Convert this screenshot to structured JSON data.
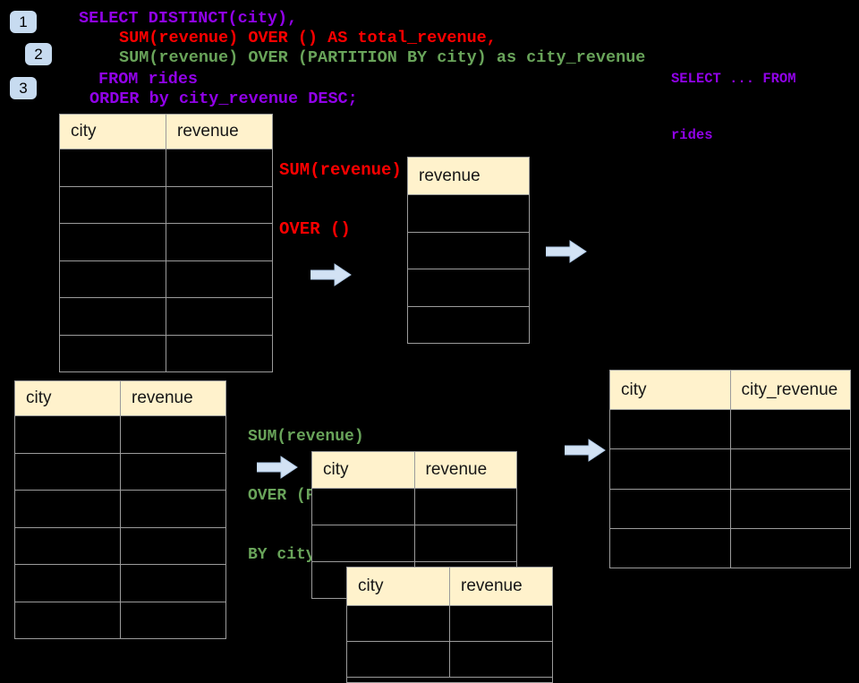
{
  "colors": {
    "bg": "#000000",
    "purple": "#9102E8",
    "red": "#FF0000",
    "green": "#69A45A",
    "header-fill": "#FFF2CC",
    "grid": "#9B9B9B",
    "arrow-fill": "#D2E2F4",
    "arrow-edge": "#AFC9E6",
    "badge-fill": "#C7DBF0"
  },
  "steps": [
    {
      "label": "1"
    },
    {
      "label": "2"
    },
    {
      "label": "3"
    }
  ],
  "sql": {
    "line1": "SELECT DISTINCT(city),",
    "line2": "SUM(revenue) OVER () AS total_revenue,",
    "line3": "SUM(revenue) OVER (PARTITION BY city) as city_revenue",
    "line4": "FROM rides",
    "line5": "ORDER by city_revenue DESC;"
  },
  "side_note": {
    "line1": "SELECT ... FROM",
    "line2": "rides"
  },
  "annotations": {
    "total_revenue": {
      "line1": "SUM(revenue)",
      "line2": "OVER ()"
    },
    "city_revenue": {
      "line1": "SUM(revenue)",
      "line2": "OVER (PARTITION",
      "line3": "BY city)"
    }
  },
  "tables": {
    "source_top": {
      "headers": [
        "city",
        "revenue"
      ],
      "row_count": 6
    },
    "total_result": {
      "headers": [
        "revenue"
      ],
      "row_count": 4
    },
    "source_bottom": {
      "headers": [
        "city",
        "revenue"
      ],
      "row_count": 6
    },
    "partitioned": {
      "headers": [
        "city",
        "revenue"
      ],
      "row_count": 3
    },
    "partitioned_overlay": {
      "headers": [
        "city",
        "revenue"
      ],
      "row_count": 2
    },
    "final_result": {
      "headers": [
        "city",
        "city_revenue"
      ],
      "row_count": 4
    }
  }
}
